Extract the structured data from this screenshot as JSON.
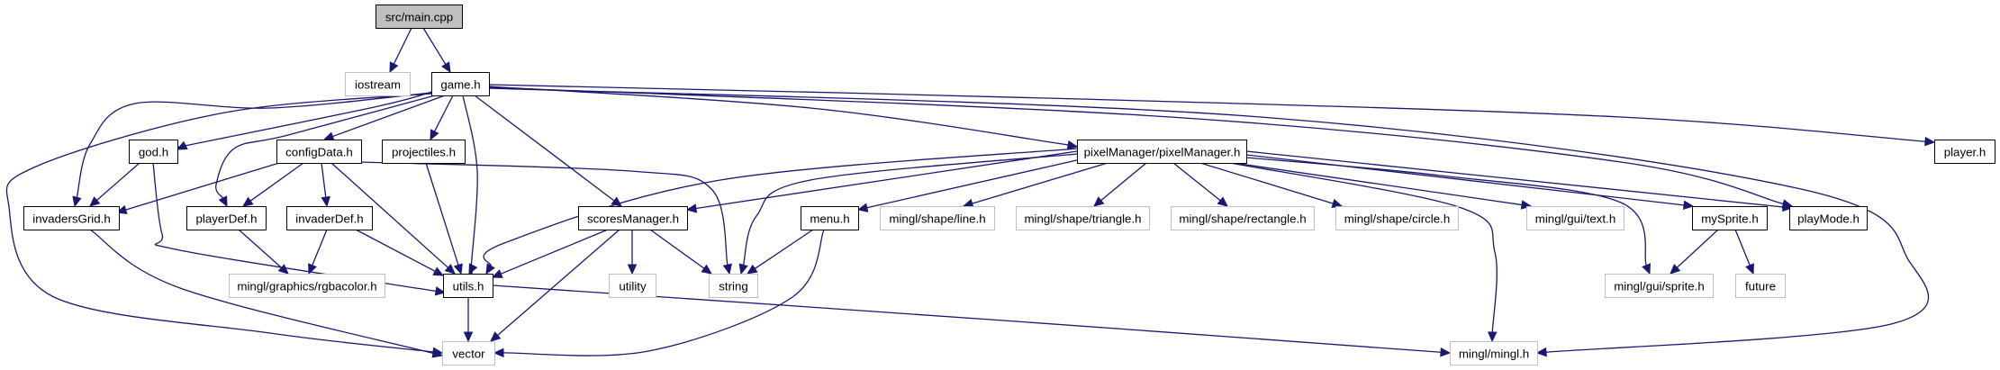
{
  "title": "Include dependency graph for src/main.cpp",
  "colors": {
    "edge": "#191970",
    "root_fill": "#bfbfbf",
    "local_border": "#000000",
    "system_border": "#bfbfbf"
  },
  "nodes": [
    {
      "id": "main",
      "label": "src/main.cpp",
      "kind": "root"
    },
    {
      "id": "iostream",
      "label": "iostream",
      "kind": "system"
    },
    {
      "id": "game",
      "label": "game.h",
      "kind": "local"
    },
    {
      "id": "god",
      "label": "god.h",
      "kind": "local"
    },
    {
      "id": "configData",
      "label": "configData.h",
      "kind": "local"
    },
    {
      "id": "projectiles",
      "label": "projectiles.h",
      "kind": "local"
    },
    {
      "id": "pixelManager",
      "label": "pixelManager/pixelManager.h",
      "kind": "local"
    },
    {
      "id": "player",
      "label": "player.h",
      "kind": "local"
    },
    {
      "id": "invadersGrid",
      "label": "invadersGrid.h",
      "kind": "local"
    },
    {
      "id": "playerDef",
      "label": "playerDef.h",
      "kind": "local"
    },
    {
      "id": "invaderDef",
      "label": "invaderDef.h",
      "kind": "local"
    },
    {
      "id": "scoresManager",
      "label": "scoresManager.h",
      "kind": "local"
    },
    {
      "id": "menu",
      "label": "menu.h",
      "kind": "local"
    },
    {
      "id": "line",
      "label": "mingl/shape/line.h",
      "kind": "system"
    },
    {
      "id": "triangle",
      "label": "mingl/shape/triangle.h",
      "kind": "system"
    },
    {
      "id": "rectangle",
      "label": "mingl/shape/rectangle.h",
      "kind": "system"
    },
    {
      "id": "circle",
      "label": "mingl/shape/circle.h",
      "kind": "system"
    },
    {
      "id": "text",
      "label": "mingl/gui/text.h",
      "kind": "system"
    },
    {
      "id": "mySprite",
      "label": "mySprite.h",
      "kind": "local"
    },
    {
      "id": "playMode",
      "label": "playMode.h",
      "kind": "local"
    },
    {
      "id": "rgbacolor",
      "label": "mingl/graphics/rgbacolor.h",
      "kind": "system"
    },
    {
      "id": "utils",
      "label": "utils.h",
      "kind": "local"
    },
    {
      "id": "utility",
      "label": "utility",
      "kind": "system"
    },
    {
      "id": "string",
      "label": "string",
      "kind": "system"
    },
    {
      "id": "sprite",
      "label": "mingl/gui/sprite.h",
      "kind": "system"
    },
    {
      "id": "future",
      "label": "future",
      "kind": "system"
    },
    {
      "id": "vector",
      "label": "vector",
      "kind": "system"
    },
    {
      "id": "mingl",
      "label": "mingl/mingl.h",
      "kind": "system"
    }
  ],
  "edges": [
    [
      "main",
      "iostream"
    ],
    [
      "main",
      "game"
    ],
    [
      "game",
      "god"
    ],
    [
      "game",
      "configData"
    ],
    [
      "game",
      "projectiles"
    ],
    [
      "game",
      "pixelManager"
    ],
    [
      "game",
      "player"
    ],
    [
      "game",
      "invadersGrid"
    ],
    [
      "game",
      "playerDef"
    ],
    [
      "game",
      "scoresManager"
    ],
    [
      "game",
      "utils"
    ],
    [
      "game",
      "vector"
    ],
    [
      "game",
      "playMode"
    ],
    [
      "game",
      "mingl"
    ],
    [
      "god",
      "invadersGrid"
    ],
    [
      "god",
      "utils"
    ],
    [
      "configData",
      "invadersGrid"
    ],
    [
      "configData",
      "playerDef"
    ],
    [
      "configData",
      "invaderDef"
    ],
    [
      "configData",
      "utils"
    ],
    [
      "configData",
      "string"
    ],
    [
      "projectiles",
      "utils"
    ],
    [
      "invadersGrid",
      "vector"
    ],
    [
      "playerDef",
      "rgbacolor"
    ],
    [
      "invaderDef",
      "rgbacolor"
    ],
    [
      "invaderDef",
      "utils"
    ],
    [
      "scoresManager",
      "utils"
    ],
    [
      "scoresManager",
      "utility"
    ],
    [
      "scoresManager",
      "string"
    ],
    [
      "scoresManager",
      "vector"
    ],
    [
      "pixelManager",
      "utils"
    ],
    [
      "pixelManager",
      "scoresManager"
    ],
    [
      "pixelManager",
      "string"
    ],
    [
      "pixelManager",
      "menu"
    ],
    [
      "pixelManager",
      "line"
    ],
    [
      "pixelManager",
      "triangle"
    ],
    [
      "pixelManager",
      "rectangle"
    ],
    [
      "pixelManager",
      "circle"
    ],
    [
      "pixelManager",
      "text"
    ],
    [
      "pixelManager",
      "mySprite"
    ],
    [
      "pixelManager",
      "playMode"
    ],
    [
      "pixelManager",
      "sprite"
    ],
    [
      "pixelManager",
      "mingl"
    ],
    [
      "menu",
      "string"
    ],
    [
      "menu",
      "vector"
    ],
    [
      "mySprite",
      "sprite"
    ],
    [
      "mySprite",
      "future"
    ],
    [
      "utils",
      "vector"
    ],
    [
      "utils",
      "mingl"
    ]
  ]
}
